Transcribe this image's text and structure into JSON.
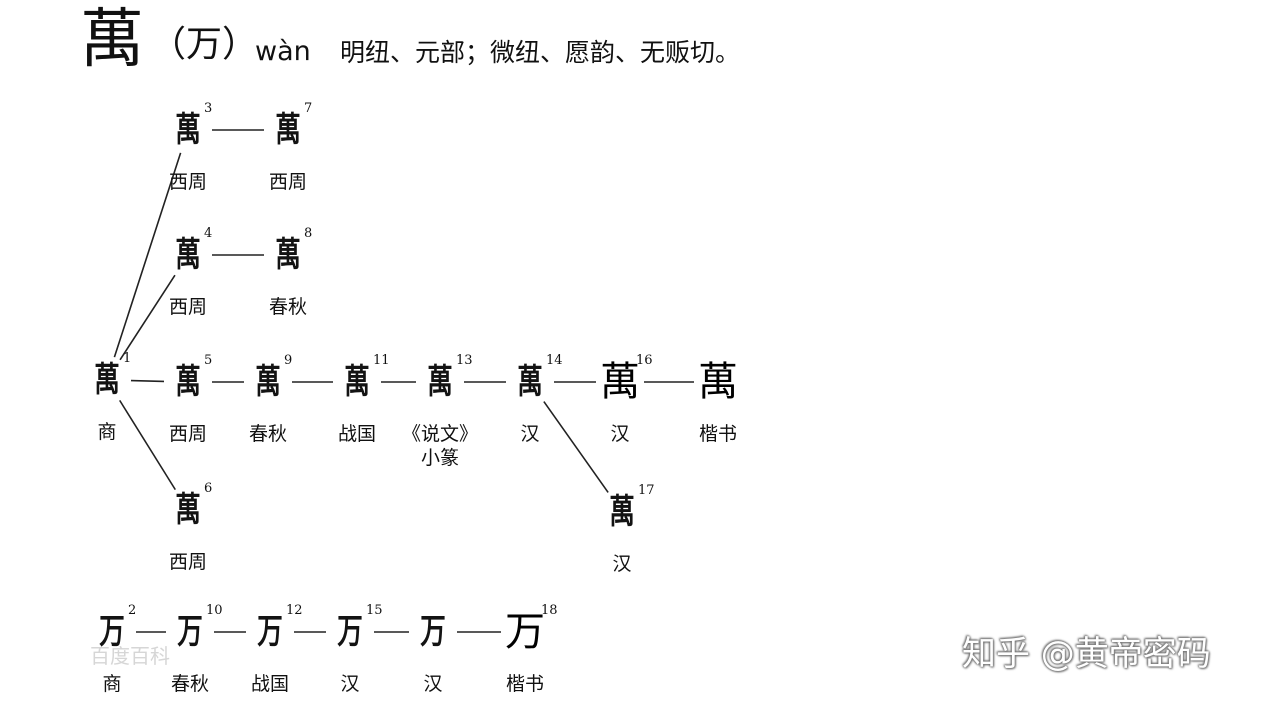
{
  "header": {
    "character": "萬",
    "simplified": "（万）",
    "pinyin": "wàn",
    "fanqie": "明纽、元部；微纽、愿韵、无贩切。"
  },
  "nodes": [
    {
      "id": "n1",
      "num": "1",
      "label": "商",
      "style": "ancient",
      "glyph": "萬"
    },
    {
      "id": "n3",
      "num": "3",
      "label": "西周",
      "style": "ancient",
      "glyph": "萬"
    },
    {
      "id": "n7",
      "num": "7",
      "label": "西周",
      "style": "ancient",
      "glyph": "萬"
    },
    {
      "id": "n4",
      "num": "4",
      "label": "西周",
      "style": "ancient",
      "glyph": "萬"
    },
    {
      "id": "n8",
      "num": "8",
      "label": "春秋",
      "style": "ancient",
      "glyph": "萬"
    },
    {
      "id": "n5",
      "num": "5",
      "label": "西周",
      "style": "ancient",
      "glyph": "萬"
    },
    {
      "id": "n9",
      "num": "9",
      "label": "春秋",
      "style": "ancient",
      "glyph": "萬"
    },
    {
      "id": "n11",
      "num": "11",
      "label": "战国",
      "style": "ancient",
      "glyph": "萬"
    },
    {
      "id": "n13",
      "num": "13",
      "label": "《说文》小篆",
      "style": "ancient",
      "glyph": "萬"
    },
    {
      "id": "n14",
      "num": "14",
      "label": "汉",
      "style": "ancient",
      "glyph": "萬"
    },
    {
      "id": "n16",
      "num": "16",
      "label": "汉",
      "style": "modern",
      "glyph": "萬"
    },
    {
      "id": "n16b",
      "num": "",
      "label": "楷书",
      "style": "modern",
      "glyph": "萬"
    },
    {
      "id": "n6",
      "num": "6",
      "label": "西周",
      "style": "ancient",
      "glyph": "萬"
    },
    {
      "id": "n17",
      "num": "17",
      "label": "汉",
      "style": "ancient",
      "glyph": "萬"
    },
    {
      "id": "n2",
      "num": "2",
      "label": "商",
      "style": "ancient",
      "glyph": "万"
    },
    {
      "id": "n10",
      "num": "10",
      "label": "春秋",
      "style": "ancient",
      "glyph": "万"
    },
    {
      "id": "n12",
      "num": "12",
      "label": "战国",
      "style": "ancient",
      "glyph": "万"
    },
    {
      "id": "n15",
      "num": "15",
      "label": "汉",
      "style": "ancient",
      "glyph": "万"
    },
    {
      "id": "n18a",
      "num": "",
      "label": "汉",
      "style": "ancient",
      "glyph": "万"
    },
    {
      "id": "n18",
      "num": "18",
      "label": "楷书",
      "style": "modern",
      "glyph": "万"
    }
  ],
  "watermark": "知乎 @黄帝密码",
  "watermark2": "百度百科"
}
